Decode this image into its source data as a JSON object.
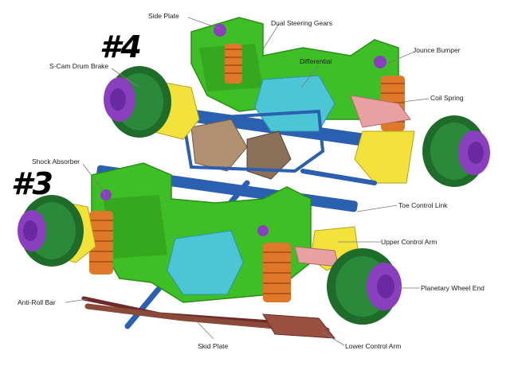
{
  "axle_numbers": [
    "#4",
    "#3"
  ],
  "labels": {
    "side_plate": "Side Plate",
    "dual_steering_gears": "Dual Steering Gears",
    "differential": "Differential",
    "jounce_bumper": "Jounce Bumper",
    "coil_spring": "Coil Spring",
    "s_cam_drum_brake": "S-Cam Drum Brake",
    "shock_absorber": "Shock Absorber",
    "toe_control_link": "Toe Control Link",
    "upper_control_arm": "Upper Control Arm",
    "planetary_wheel_end": "Planetary Wheel End",
    "anti_roll_bar": "Anti-Roll Bar",
    "skid_plate": "Skid Plate",
    "lower_control_arm": "Lower Control Arm"
  },
  "colors": {
    "frame": "#3fbf26",
    "frame_dark": "#2a8f18",
    "drum": "#1e6b2a",
    "hub": "#8a3fbf",
    "spring": "#e0782a",
    "arm_yellow": "#f2e23a",
    "arm_pink": "#e8a0a0",
    "differential": "#4cc6d6",
    "steering_gear": "#b09070",
    "shaft": "#2b5fb0",
    "skid": "#8a4a3a"
  }
}
